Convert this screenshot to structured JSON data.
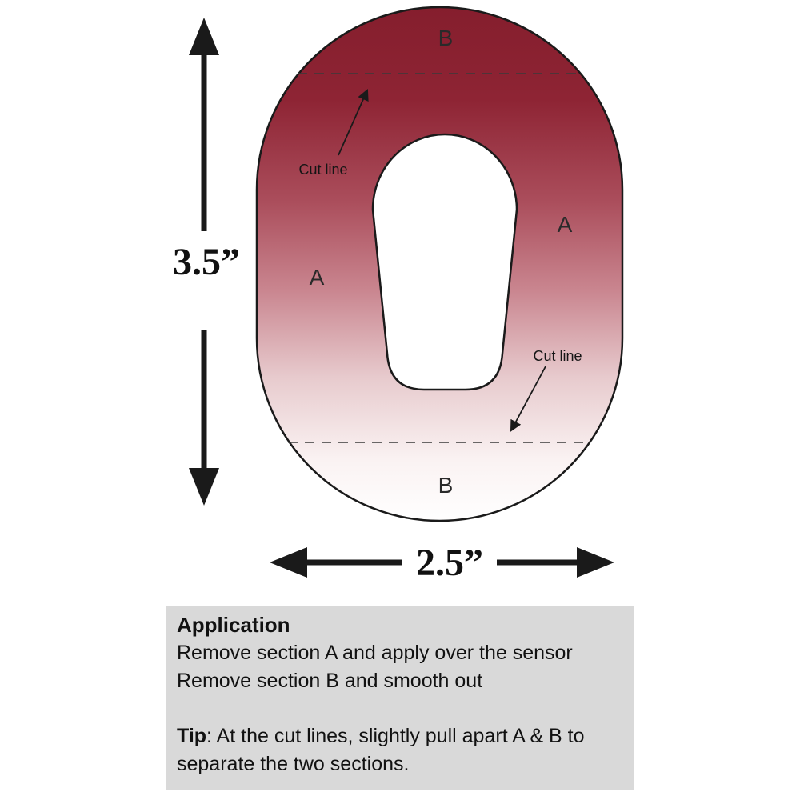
{
  "diagram": {
    "section_labels": {
      "b_top": "B",
      "a_left": "A",
      "a_right": "A",
      "b_bottom": "B"
    },
    "cut_line_top_label": "Cut line",
    "cut_line_bottom_label": "Cut line",
    "height_dimension": "3.5”",
    "width_dimension": "2.5”",
    "colors": {
      "patch_gradient_top": "#851e2d",
      "patch_gradient_bottom": "#ffffff",
      "outline": "#1a1a1a",
      "instruction_box": "#d9d9d9"
    }
  },
  "instructions": {
    "title": "Application",
    "lines": [
      "Remove section A and apply over the sensor",
      "Remove section B and smooth out"
    ],
    "tip_label": "Tip",
    "tip_text": ": At the cut lines, slightly pull apart A & B to separate the two sections."
  }
}
